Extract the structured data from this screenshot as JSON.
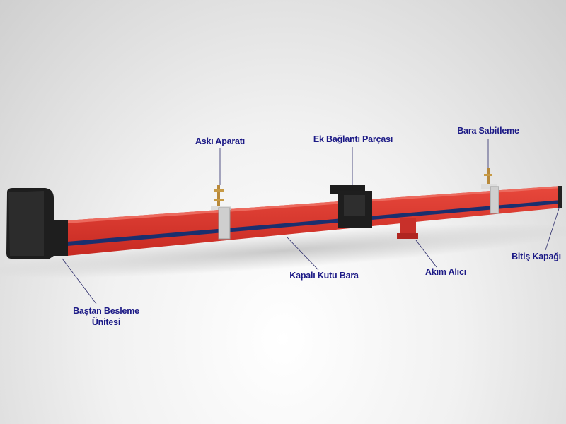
{
  "labels": {
    "aski_aparati": "Askı Aparatı",
    "ek_baglanti": "Ek Bağlantı Parçası",
    "bara_sabitleme": "Bara Sabitleme",
    "kapali_kutu_bara": "Kapalı Kutu Bara",
    "akim_alici": "Akım Alıcı",
    "bitis_kapagi": "Bitiş Kapağı",
    "bastan_besleme_1": "Baştan Besleme",
    "bastan_besleme_2": "Ünitesi"
  },
  "colors": {
    "bar": "#d9342b",
    "stripe": "#1b2f6e",
    "label": "#1c1a86",
    "housing": "#1e1e1e"
  }
}
